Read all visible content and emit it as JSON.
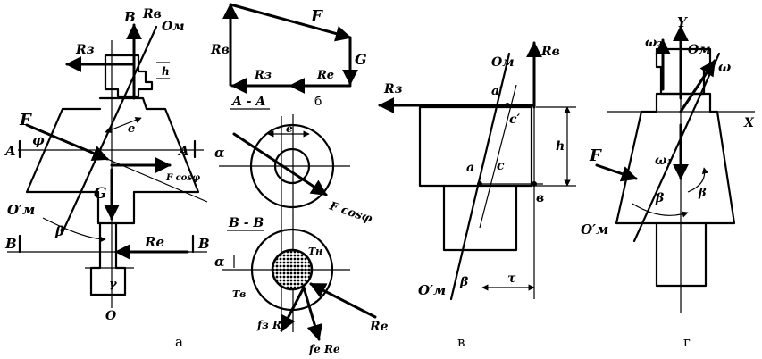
{
  "panels": {
    "a": "а",
    "b": "б",
    "v": "в",
    "g": "г"
  },
  "labels_a": {
    "B_axis": "B",
    "Rb": "Rв",
    "Om": "Oм",
    "Rz": "Rз",
    "h": "h",
    "F": "F",
    "A_left": "A",
    "phi": "φ",
    "A_right": "A",
    "F_cos": "F cosφ",
    "e": "e",
    "G": "G",
    "Om_prime": "O′м",
    "beta": "β",
    "B_left": "B",
    "B_right": "B",
    "Re": "Re",
    "gamma": "γ",
    "O": "O"
  },
  "labels_b": {
    "F": "F",
    "Rb": "Rв",
    "G": "G",
    "Rz": "Rз",
    "Re": "Rе",
    "section_A": "A - A",
    "alpha1": "α",
    "e": "e",
    "F_cos": "F cosφ",
    "section_B": "B - B",
    "alpha2": "α",
    "Tn": "Tн",
    "Tv": "Tв",
    "fzRe": "fз Rе",
    "feRe": "fе Rе",
    "Re2": "Rе"
  },
  "labels_v": {
    "Om": "Oм",
    "Rb": "Rв",
    "Rz": "Rз",
    "a_prime": "a′",
    "c_prime": "c′",
    "h": "h",
    "a": "a",
    "c": "c",
    "b": "в",
    "Om_prime": "O′м",
    "beta": "β",
    "tau": "τ"
  },
  "labels_g": {
    "w2": "ω₂",
    "Y": "Y",
    "Om": "Oм",
    "w": "ω",
    "X": "X",
    "F": "F",
    "w1": "ω₁",
    "beta": "β",
    "beta2": "β",
    "Om_prime": "O′м"
  }
}
